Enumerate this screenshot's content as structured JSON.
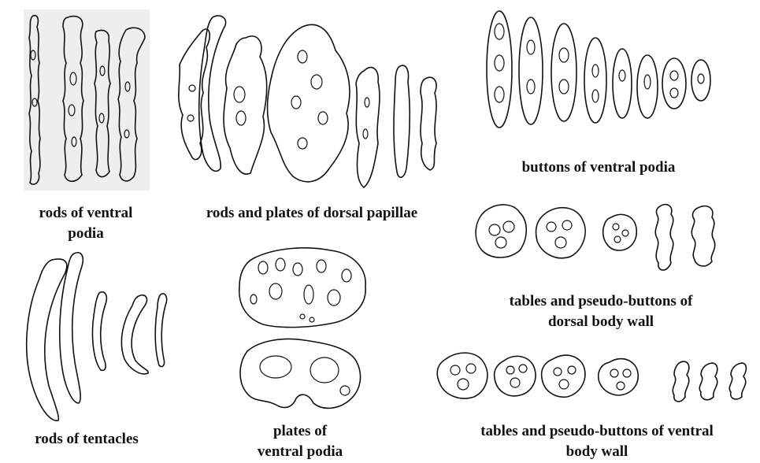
{
  "groups": {
    "rods_ventral_podia": {
      "line1": "rods of ventral",
      "line2": "podia"
    },
    "rods_plates_dorsal": {
      "line1": "rods and plates of dorsal papillae"
    },
    "buttons_ventral_podia": {
      "line1": "buttons of ventral podia"
    },
    "tables_dorsal_body_wall": {
      "line1": "tables and pseudo-buttons of",
      "line2": "dorsal body wall"
    },
    "rods_tentacles": {
      "line1": "rods of tentacles"
    },
    "plates_ventral_podia": {
      "line1": "plates of",
      "line2": "ventral podia"
    },
    "tables_ventral_body_wall": {
      "line1": "tables and pseudo-buttons of ventral",
      "line2": "body wall"
    }
  }
}
